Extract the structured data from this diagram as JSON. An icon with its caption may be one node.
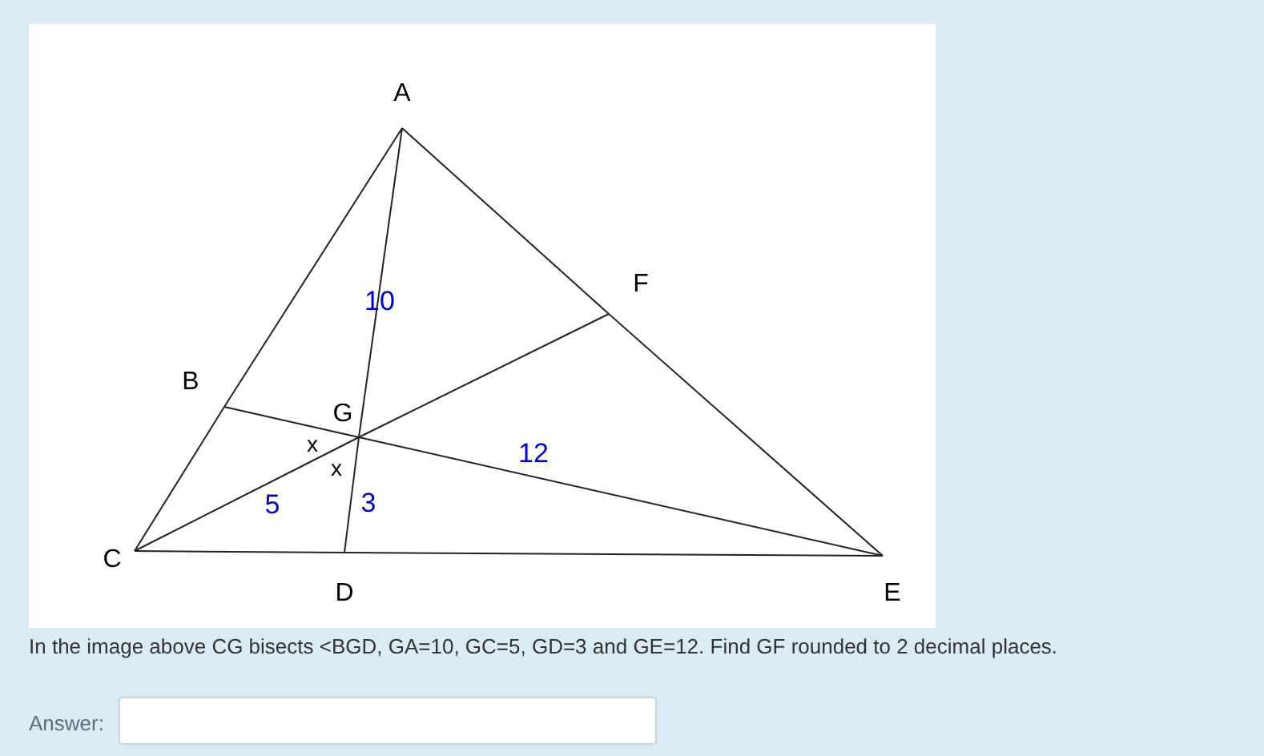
{
  "diagram": {
    "nodes": [
      {
        "text": [
          "A"
        ]
      },
      {
        "text": [
          "F"
        ]
      },
      {
        "text": [
          "B"
        ]
      },
      {
        "text": [
          "G"
        ]
      },
      {
        "text": [
          "C"
        ]
      },
      {
        "text": [
          "D"
        ]
      },
      {
        "text": [
          "E"
        ]
      }
    ],
    "edges": [
      {
        "from": 0,
        "to": 2,
        "arrow": "none"
      },
      {
        "from": 2,
        "to": 4,
        "arrow": "none"
      },
      {
        "from": 4,
        "to": 5,
        "arrow": "none"
      },
      {
        "from": 5,
        "to": 6,
        "arrow": "none"
      },
      {
        "from": 6,
        "to": 1,
        "arrow": "none"
      },
      {
        "from": 1,
        "to": 0,
        "arrow": "none"
      },
      {
        "from": 0,
        "to": 3,
        "arrow": "none",
        "label": "10"
      },
      {
        "from": 3,
        "to": 5,
        "arrow": "none",
        "label": "3"
      },
      {
        "from": 2,
        "to": 3,
        "arrow": "none"
      },
      {
        "from": 3,
        "to": 6,
        "arrow": "none",
        "label": "12"
      },
      {
        "from": 4,
        "to": 3,
        "arrow": "none",
        "label": "5"
      },
      {
        "from": 3,
        "to": 1,
        "arrow": "none"
      }
    ],
    "labels": [
      "x",
      "x",
      "In the image above CG bisects <BGD, GA=10, GC=5, GD=3 and GE=12. Find GF rounded to 2 decimal places.",
      "Answer:"
    ]
  }
}
